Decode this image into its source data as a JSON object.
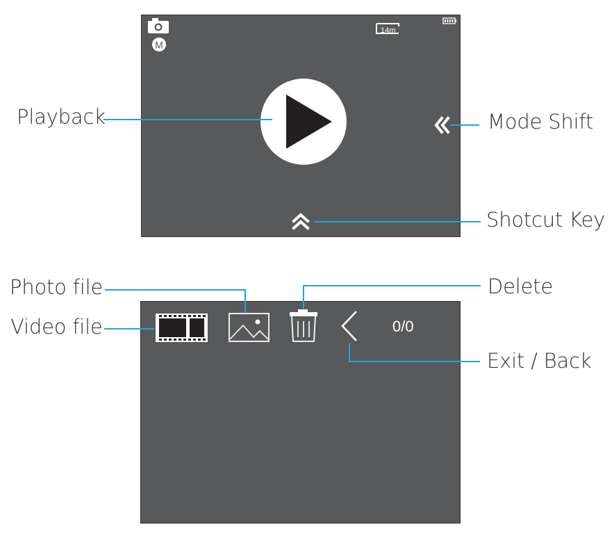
{
  "camera_screen": {
    "icons": {
      "camera_mode": "camera-icon",
      "manual_mode": "M",
      "resolution": "14m",
      "battery": "battery-icon",
      "playback": "play-icon",
      "mode_shift": "double-chevron-left-icon",
      "shortcut": "double-chevron-up-icon"
    }
  },
  "playback_screen": {
    "icons": {
      "video": "film-strip-icon",
      "photo": "image-icon",
      "delete": "trash-icon",
      "back": "chevron-left-icon"
    },
    "counter": "0/0"
  },
  "callouts": {
    "playback": "Playback",
    "mode_shift": "Mode Shift",
    "shortcut_key": "Shotcut Key",
    "photo_file": "Photo file",
    "video_file": "Video file",
    "delete": "Delete",
    "exit_back": "Exit / Back"
  },
  "colors": {
    "screen": "#58595b",
    "leader_line": "#1fa3dd",
    "icon": "#ffffff",
    "label_text": "#333333"
  }
}
